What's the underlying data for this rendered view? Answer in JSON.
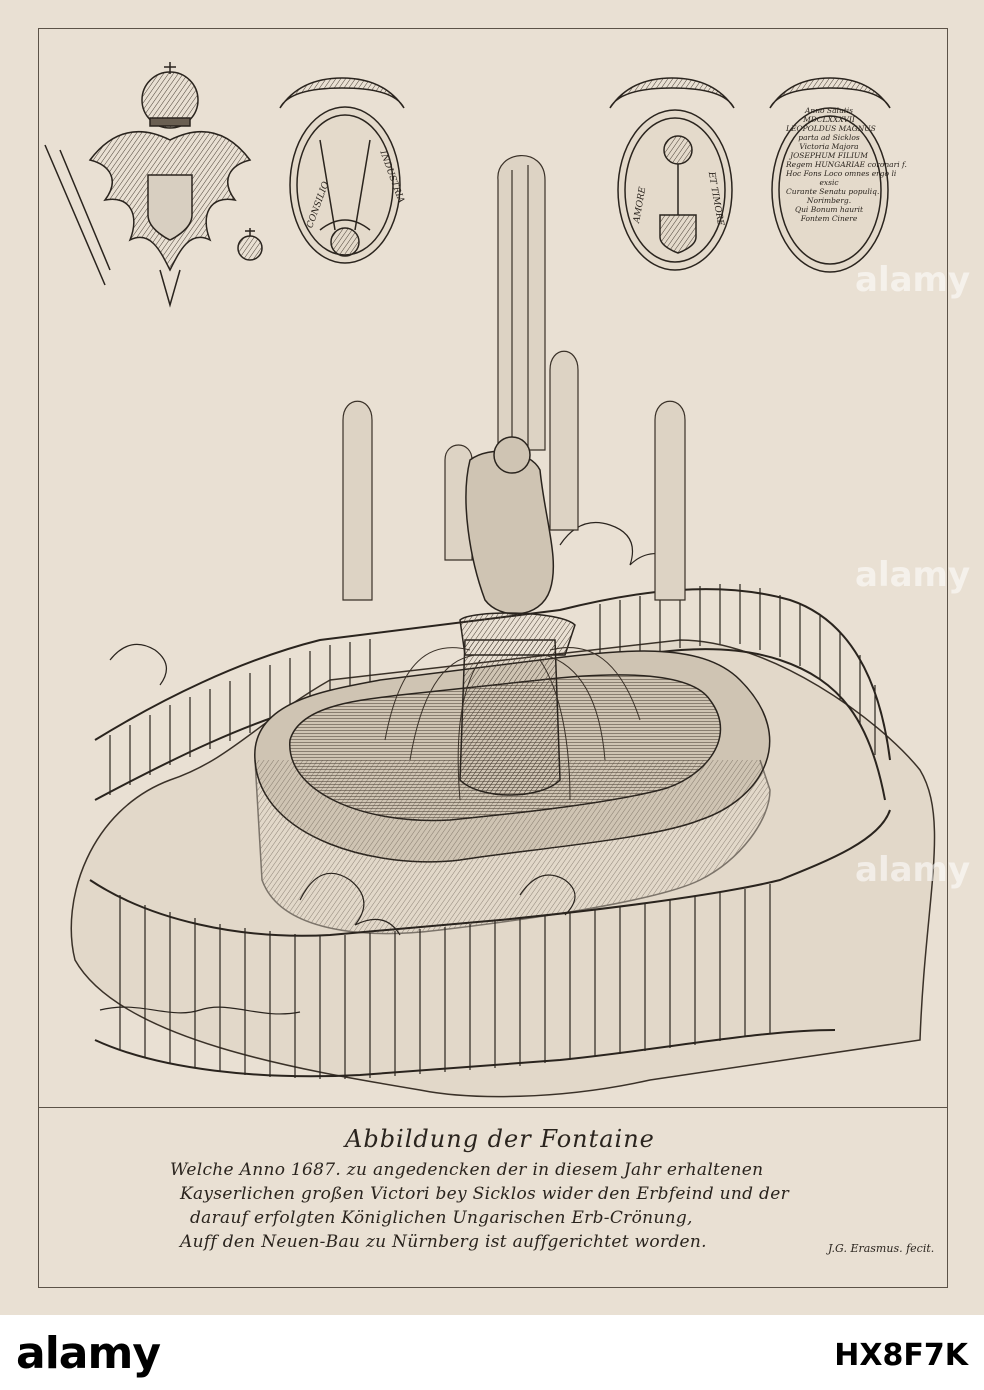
{
  "engraving": {
    "title": "Abbildung der Fontaine",
    "lines": [
      "Welche Anno 1687. zu angedencken der in diesem Jahr erhaltenen",
      "Kayserlichen großen Victori bey Sicklos wider den Erbfeind und der",
      "darauf erfolgten Königlichen Ungarischen Erb-Crönung,",
      "Auff den Neuen-Bau zu Nürnberg ist auffgerichtet worden."
    ],
    "signature": "J.G. Erasmus. fecit.",
    "medallion_text": [
      "Anno Salutis",
      "MDCLXXXVII",
      "LEOPOLDUS MAGNUS",
      "parta ad Sicklos",
      "Victoria Majora",
      "JOSEPHUM FILIUM",
      "Regem HUNGARIAE coronari f.",
      "Hoc Fons Loco omnes ergo li",
      "exsic",
      "Curante Senatu populiq.",
      "Norimberg.",
      "Qui Bonum haurit",
      "Fontem Cinere"
    ],
    "mottos": {
      "medallion_two_left": "CONSILIO",
      "medallion_two_right": "INDUSTRIA",
      "medallion_three_left": "AMORE",
      "medallion_three_right": "ET TIMORE"
    }
  },
  "stock": {
    "logo": "alamy",
    "image_id": "HX8F7K",
    "watermark": "alamy"
  },
  "colors": {
    "paper": "#e9e0d3",
    "ink": "#2a241e",
    "footer": "#ffffff"
  }
}
